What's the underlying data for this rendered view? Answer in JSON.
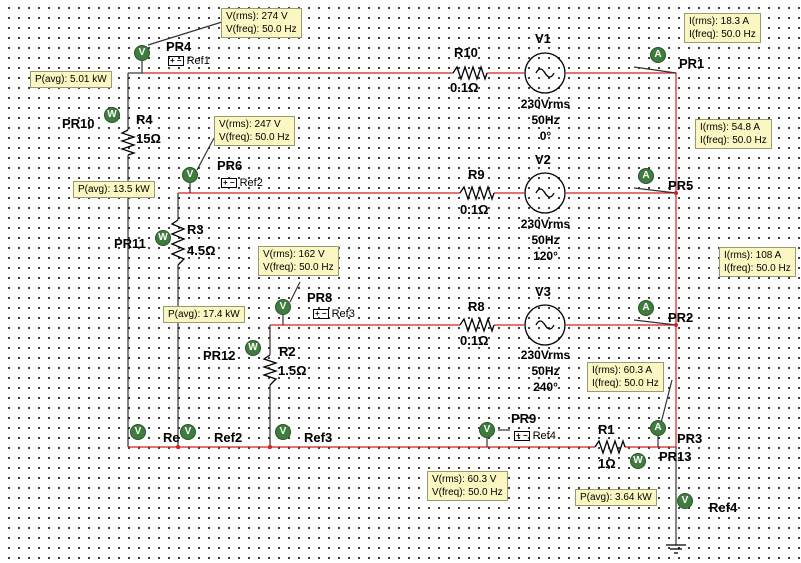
{
  "probes": {
    "pr1": {
      "name": "PR1",
      "line1": "I(rms): 18.3 A",
      "line2": "I(freq): 50.0 Hz"
    },
    "pr2": {
      "name": "PR2",
      "line1": "I(rms): 108 A",
      "line2": "I(freq): 50.0 Hz"
    },
    "pr3": {
      "name": "PR3",
      "line1": "I(rms): 60.3 A",
      "line2": "I(freq): 50.0 Hz"
    },
    "pr4": {
      "name": "PR4",
      "line1": "V(rms): 274 V",
      "line2": "V(freq): 50.0 Hz"
    },
    "pr5": {
      "name": "PR5",
      "line1": "I(rms): 54.8 A",
      "line2": "I(freq): 50.0 Hz"
    },
    "pr6": {
      "name": "PR6",
      "line1": "V(rms): 247 V",
      "line2": "V(freq): 50.0 Hz"
    },
    "pr8": {
      "name": "PR8",
      "line1": "V(rms): 162 V",
      "line2": "V(freq): 50.0 Hz"
    },
    "pr9": {
      "name": "PR9",
      "line1": "V(rms): 60.3 V",
      "line2": "V(freq): 50.0 Hz"
    },
    "pr10": {
      "name": "PR10",
      "line1": "P(avg): 5.01 kW"
    },
    "pr11": {
      "name": "PR11",
      "line1": "P(avg): 13.5 kW"
    },
    "pr12": {
      "name": "PR12",
      "line1": "P(avg): 17.4 kW"
    },
    "pr13": {
      "name": "PR13",
      "line1": "P(avg): 3.64 kW"
    }
  },
  "meters": {
    "voltage": "V",
    "current": "A",
    "power": "W"
  },
  "resistors": {
    "r10": {
      "name": "R10",
      "value": "0.1Ω"
    },
    "r9": {
      "name": "R9",
      "value": "0.1Ω"
    },
    "r8": {
      "name": "R8",
      "value": "0.1Ω"
    },
    "r4": {
      "name": "R4",
      "value": "15Ω"
    },
    "r3": {
      "name": "R3",
      "value": "4.5Ω"
    },
    "r2": {
      "name": "R2",
      "value": "1.5Ω"
    },
    "r1": {
      "name": "R1",
      "value": "1Ω"
    }
  },
  "sources": {
    "v1": {
      "name": "V1",
      "rms": "230Vrms",
      "freq": "50Hz",
      "phase": "0°"
    },
    "v2": {
      "name": "V2",
      "rms": "230Vrms",
      "freq": "50Hz",
      "phase": "120°"
    },
    "v3": {
      "name": "V3",
      "rms": "230Vrms",
      "freq": "50Hz",
      "phase": "240°"
    }
  },
  "refs": {
    "ref1": "Ref1",
    "ref2": "Ref2",
    "ref3": "Ref3",
    "ref4": "Ref4",
    "ref2_ground": "Ref2",
    "ref3_ground": "Ref3",
    "ref4_ground": "Ref4",
    "ref1_ground": "Re"
  },
  "ref_symbol": "+ −",
  "colors": {
    "wire": "#d42020",
    "meter": "#3f7d3f",
    "probe_box": "#fbf7c2"
  }
}
